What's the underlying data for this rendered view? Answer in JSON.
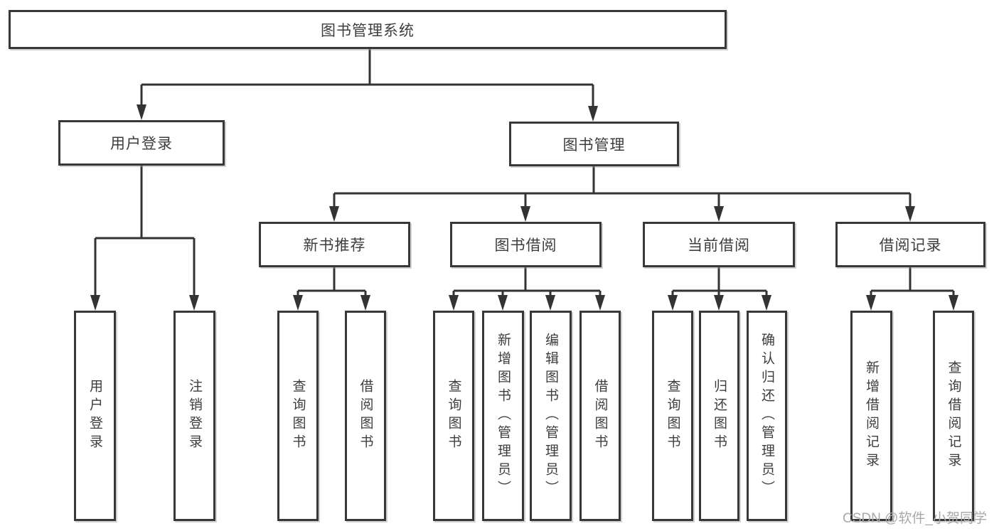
{
  "diagram": {
    "type": "hierarchy",
    "tree": {
      "label": "图书管理系统",
      "children": [
        {
          "label": "用户登录",
          "children": [
            {
              "label": "用户登录"
            },
            {
              "label": "注销登录"
            }
          ]
        },
        {
          "label": "图书管理",
          "children": [
            {
              "label": "新书推荐",
              "children": [
                {
                  "label": "查询图书"
                },
                {
                  "label": "借阅图书"
                }
              ]
            },
            {
              "label": "图书借阅",
              "children": [
                {
                  "label": "查询图书"
                },
                {
                  "label": "新增图书（管理员）"
                },
                {
                  "label": "编辑图书（管理员）"
                },
                {
                  "label": "借阅图书"
                }
              ]
            },
            {
              "label": "当前借阅",
              "children": [
                {
                  "label": "查询图书"
                },
                {
                  "label": "归还图书"
                },
                {
                  "label": "确认归还（管理员）"
                }
              ]
            },
            {
              "label": "借阅记录",
              "children": [
                {
                  "label": "新增借阅记录"
                },
                {
                  "label": "查询借阅记录"
                }
              ]
            }
          ]
        }
      ]
    },
    "watermark": "CSDN @软件_小贺同学",
    "colors": {
      "line": "#333333",
      "box_border": "#383838",
      "text": "#3d3d3d",
      "watermark": "#a9a9a9",
      "background": "#ffffff"
    }
  }
}
